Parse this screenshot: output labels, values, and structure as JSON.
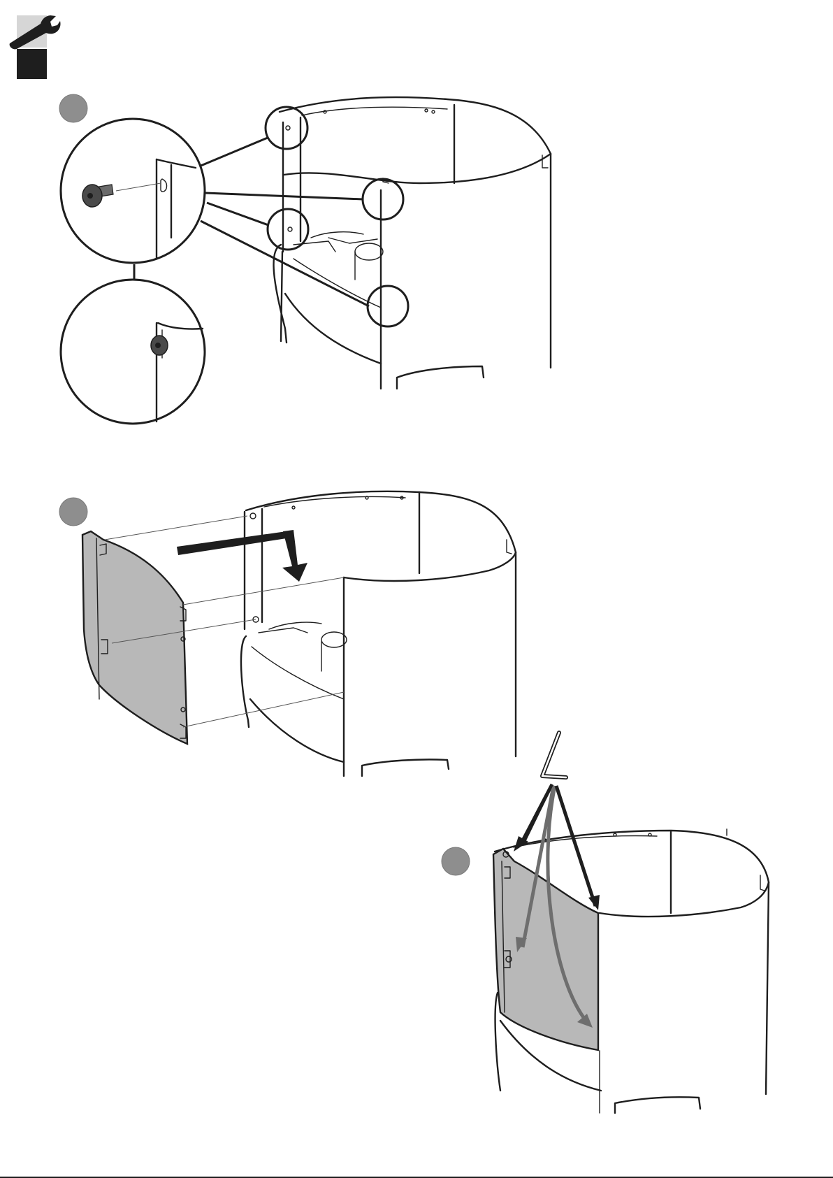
{
  "colors": {
    "line": "#1e1e1e",
    "panel_gray": "#b8b8b8",
    "marker_gray": "#8e8e8e",
    "arrow_dark": "#1e1e1e",
    "arrow_gray": "#6e6e6e",
    "header_light": "#d6d6d6",
    "header_dark": "#1e1e1e"
  },
  "header": {
    "icon": "wrench-icon"
  },
  "steps": [
    {
      "icon": "step-marker-dot",
      "illustration": "screw-fixing-detail"
    },
    {
      "icon": "step-marker-dot",
      "illustration": "side-panel-hook-on"
    },
    {
      "icon": "step-marker-dot",
      "illustration": "tighten-with-hex-key"
    }
  ]
}
